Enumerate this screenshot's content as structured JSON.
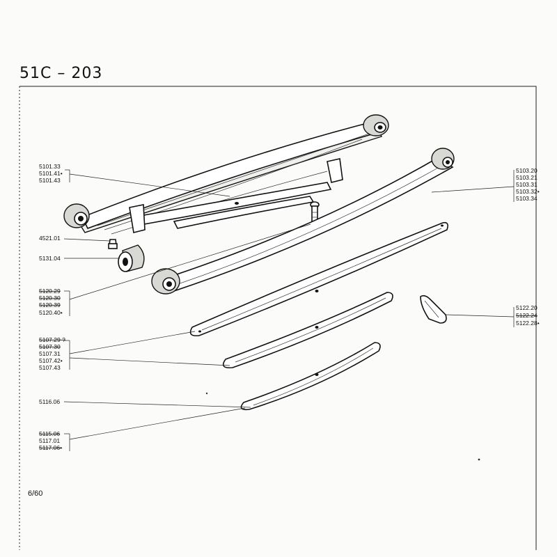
{
  "sheet_title": "51C – 203",
  "page_number": "6/60",
  "callouts": {
    "main_leaf": [
      "5101.33",
      "5101.41•",
      "5101.43"
    ],
    "centre_bolt": [
      "4521.01"
    ],
    "bushing": [
      "5131.04"
    ],
    "rear_spring": [
      "5120.29",
      "5120.30",
      "5120.39",
      "5120.40•"
    ],
    "leaf_3": [
      "5107.29 ?",
      "5107.30",
      "5107.31",
      "5107.42•",
      "5107.43"
    ],
    "leaf_4": [
      "5116.06"
    ],
    "leaf_5": [
      "5115.06",
      "5117.01",
      "5117.06•"
    ],
    "second_leaf": [
      "5103.20",
      "5103.21",
      "5103.31",
      "5103.32•",
      "5103.34"
    ],
    "clip": [
      "5122.20",
      "5122.24",
      "5122.28•"
    ]
  }
}
